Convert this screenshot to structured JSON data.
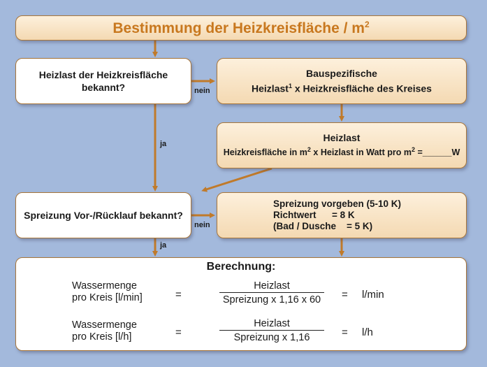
{
  "title": "Bestimmung der Heizkreisfläche / m",
  "title_sup": "2",
  "question1": {
    "line1": "Heizlast der Heizkreisfläche",
    "line2": "bekannt?"
  },
  "bauspezifisch": {
    "line1": "Bauspezifische",
    "line2_a": "Heizlast",
    "line2_sup": "1",
    "line2_b": " x Heizkreisfläche des Kreises"
  },
  "heizlast": {
    "heading": "Heizlast",
    "formula_a": "Heizkreisfläche in m",
    "formula_sup1": "2",
    "formula_b": " x Heizlast in Watt pro m",
    "formula_sup2": "2",
    "formula_c": " =______W"
  },
  "question2": {
    "text": "Spreizung Vor-/Rücklauf bekannt?"
  },
  "spreizung": {
    "line1": "Spreizung vorgeben (5-10 K)",
    "line2": "Richtwert      = 8 K",
    "line3": "(Bad / Dusche    = 5 K)"
  },
  "connectors": {
    "nein1": "nein",
    "ja1": "ja",
    "nein2": "nein",
    "ja2": "ja"
  },
  "calc": {
    "title": "Berechnung:",
    "rows": [
      {
        "label1": "Wassermenge",
        "label2": "pro Kreis [l/min]",
        "eq": "=",
        "numerator": "Heizlast",
        "denominator": "Spreizung x 1,16 x 60",
        "eq2": "=",
        "unit": "l/min"
      },
      {
        "label1": "Wassermenge",
        "label2": "pro Kreis [l/h]",
        "eq": "=",
        "numerator": "Heizlast",
        "denominator": "Spreizung x 1,16",
        "eq2": "=",
        "unit": "l/h"
      }
    ]
  },
  "colors": {
    "background": "#a3b9dc",
    "arrow": "#c07a2a",
    "title": "#c8781f",
    "box_fill": "#f6dfbc"
  }
}
